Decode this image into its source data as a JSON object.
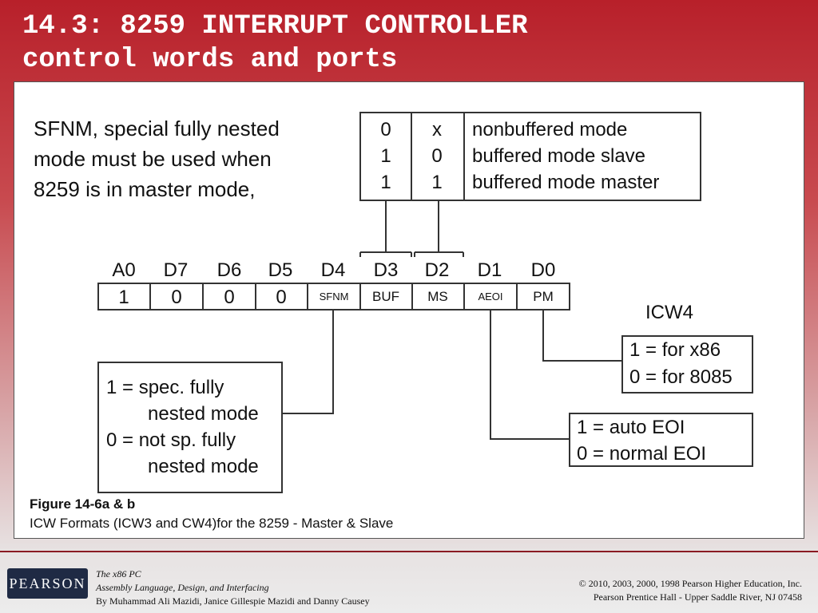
{
  "slide": {
    "title_line1": "14.3: 8259 INTERRUPT CONTROLLER",
    "title_line2": "control words and ports"
  },
  "note": {
    "line1": "SFNM, special fully nested",
    "line2": "mode must be used when",
    "line3": "8259 is in master mode,"
  },
  "buffer_table": {
    "rows": [
      {
        "buf": "0",
        "ms": "x",
        "desc": "nonbuffered mode"
      },
      {
        "buf": "1",
        "ms": "0",
        "desc": "buffered mode slave"
      },
      {
        "buf": "1",
        "ms": "1",
        "desc": "buffered mode master"
      }
    ]
  },
  "register": {
    "headers": [
      "A0",
      "D7",
      "D6",
      "D5",
      "D4",
      "D3",
      "D2",
      "D1",
      "D0"
    ],
    "cells": [
      "1",
      "0",
      "0",
      "0",
      "SFNM",
      "BUF",
      "MS",
      "AEOI",
      "PM"
    ],
    "name": "ICW4"
  },
  "pm_box": {
    "line1": "1 = for x86",
    "line2": "0 = for 8085"
  },
  "aeoi_box": {
    "line1": "1 = auto EOI",
    "line2": "0 = normal EOI"
  },
  "sfnm_box": {
    "line1": "1 = spec. fully",
    "line2": "nested mode",
    "line3": "0 = not sp. fully",
    "line4": "nested mode"
  },
  "caption": {
    "title": "Figure 14-6a & b",
    "text": "ICW Formats (ICW3 and  CW4)for the 8259 - Master & Slave"
  },
  "footer": {
    "logo": "PEARSON",
    "book_line1": "The x86 PC",
    "book_line2": "Assembly Language, Design, and Interfacing",
    "book_line3": "By Muhammad Ali Mazidi, Janice Gillespie Mazidi and Danny Causey",
    "copyright_line1": "© 2010, 2003, 2000, 1998 Pearson Higher Education, Inc.",
    "copyright_line2": "Pearson Prentice Hall - Upper Saddle River, NJ 07458"
  },
  "colors": {
    "title_background": "#b8202a",
    "logo_background": "#1f2a44"
  }
}
